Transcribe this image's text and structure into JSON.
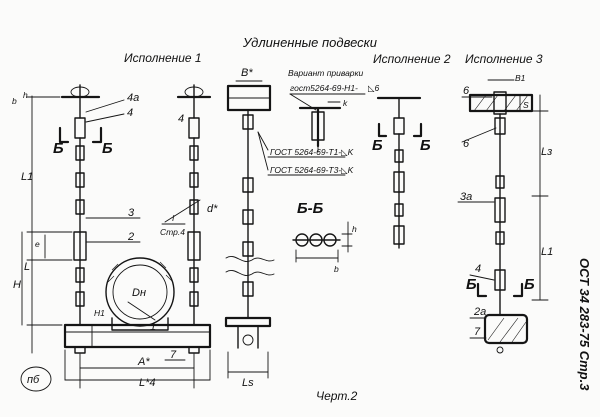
{
  "title": "Удлиненные подвески",
  "headings": {
    "variant1": "Исполнение 1",
    "variant2": "Исполнение 2",
    "variant3": "Исполнение 3"
  },
  "weld_note": {
    "line1": "Вариант приварки",
    "line2": "гост5264-69-Н1-",
    "line2_symbol": "◺6"
  },
  "weld_refs": {
    "ref1": "ГОСТ 5264-69-Т1-◺K",
    "ref2": "ГОСТ 5264-69-Т3-◺K"
  },
  "section_label": "Б-Б",
  "section_marks": {
    "b": "Б"
  },
  "pos_labels": {
    "p1": "1",
    "p2": "2",
    "p3": "3",
    "p4": "4",
    "p4a": "4а",
    "p6": "6",
    "p7": "7",
    "p2a": "2а",
    "p3a": "3а"
  },
  "dim_labels": {
    "b": "b",
    "h": "h",
    "e": "e",
    "H": "H",
    "L": "L",
    "L1": "L1",
    "Ls": "Ls",
    "Lz": "Lз",
    "L4": "L*4",
    "A": "A*",
    "d": "d*",
    "H1": "H1",
    "Dn": "Dн",
    "Bst": "B*",
    "k": "k",
    "S": "S",
    "B1": "B1",
    "I": "I",
    "I_ref": "Стр.4"
  },
  "page_number": "пб",
  "figure_caption": "Черт.2",
  "standard_code": "ОСТ 34 283-75 Стр.3"
}
